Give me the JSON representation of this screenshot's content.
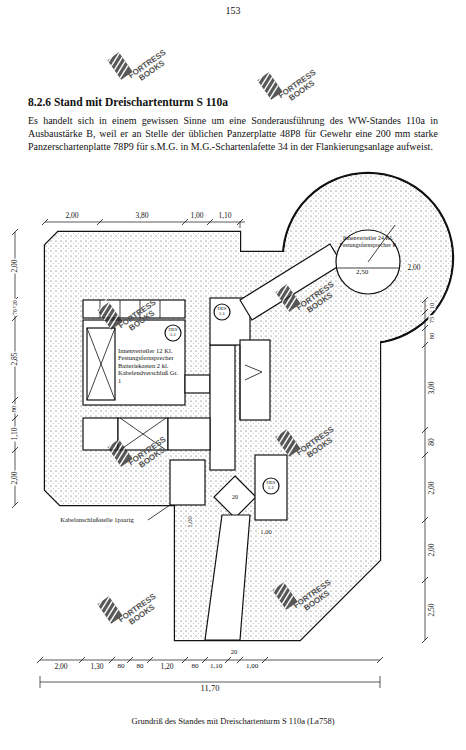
{
  "diagram": {
    "title": "8.2.6 Stand mit Dreischartenturm S 110a",
    "caption": "Grundriß des Standes mit Dreischartenturm S 110a (La758)",
    "nodes": [
      {
        "text": [
          "Innenverteiler 12 Kl. Festungsfernsprecher Batteriekasten 2 kl. Kabelendverschluß Gr. 1"
        ]
      },
      {
        "text": [
          "Innenverteiler 24 Kl. Festungsfernsprecher R"
        ]
      }
    ],
    "labels": [
      "153",
      "Es handelt sich in einem gewissen Sinne um eine Sonderausführung des WW-Standes 110a in Ausbaustärke B, weil er an Stelle der üblichen Panzerplatte 48P8 für Gewehr eine 200 mm starke Panzerschartenplatte 78P9 für s.M.G. in M.G.-Schartenlafette 34 in der Flankierungsanlage aufweist.",
      "2,00",
      "3,80",
      "1,00",
      "1,10",
      "2,50",
      "2,00",
      "10",
      "75",
      "80",
      "3,00",
      "80",
      "2,00",
      "2,00",
      "2,50",
      "2,00",
      "20",
      "70",
      "2,85",
      "80",
      "1,10",
      "2,00",
      "2,00",
      "1,30",
      "80",
      "80",
      "1,20",
      "80",
      "1,10",
      "20",
      "1,00",
      "11,70",
      "1,00",
      "20",
      "1,00",
      "Kabelanschlußstelle 1paarig",
      "HES 5.1",
      "HES 5.1",
      "HES 5.1",
      "FORTRESS BOOKS",
      "FORTRESS BOOKS",
      "FORTRESS BOOKS",
      "FORTRESS BOOKS",
      "FORTRESS BOOKS",
      "FORTRESS BOOKS",
      "FORTRESS BOOKS",
      "FORTRESS BOOKS"
    ]
  }
}
